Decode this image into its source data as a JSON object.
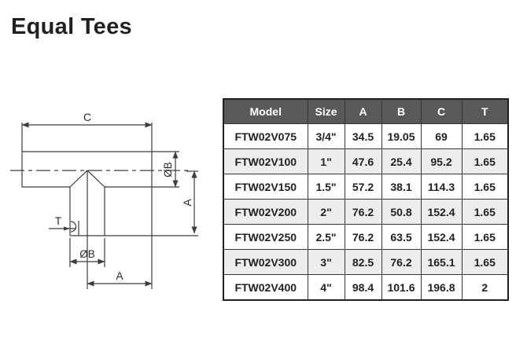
{
  "page": {
    "title": "Equal Tees"
  },
  "diagram": {
    "description": "dimensional drawing of an equal tee fitting",
    "labels": {
      "c_top": "C",
      "diameter_b_right": "ØB",
      "a_right": "A",
      "t_wall": "T",
      "diameter_b_bottom": "ØB",
      "a_bottom": "A"
    }
  },
  "table": {
    "columns": [
      "Model",
      "Size",
      "A",
      "B",
      "C",
      "T"
    ],
    "rows": [
      {
        "model": "FTW02V075",
        "size": "3/4\"",
        "a": "34.5",
        "b": "19.05",
        "c": "69",
        "t": "1.65"
      },
      {
        "model": "FTW02V100",
        "size": "1\"",
        "a": "47.6",
        "b": "25.4",
        "c": "95.2",
        "t": "1.65"
      },
      {
        "model": "FTW02V150",
        "size": "1.5\"",
        "a": "57.2",
        "b": "38.1",
        "c": "114.3",
        "t": "1.65"
      },
      {
        "model": "FTW02V200",
        "size": "2\"",
        "a": "76.2",
        "b": "50.8",
        "c": "152.4",
        "t": "1.65"
      },
      {
        "model": "FTW02V250",
        "size": "2.5\"",
        "a": "76.2",
        "b": "63.5",
        "c": "152.4",
        "t": "1.65"
      },
      {
        "model": "FTW02V300",
        "size": "3\"",
        "a": "82.5",
        "b": "76.2",
        "c": "165.1",
        "t": "1.65"
      },
      {
        "model": "FTW02V400",
        "size": "4\"",
        "a": "98.4",
        "b": "101.6",
        "c": "196.8",
        "t": "2"
      }
    ]
  },
  "colors": {
    "header_bg": "#58595b",
    "header_text": "#ffffff",
    "row_alt_bg": "#ededee",
    "cell_text": "#231f20",
    "line": "#3c3c3e",
    "background": "#ffffff"
  }
}
